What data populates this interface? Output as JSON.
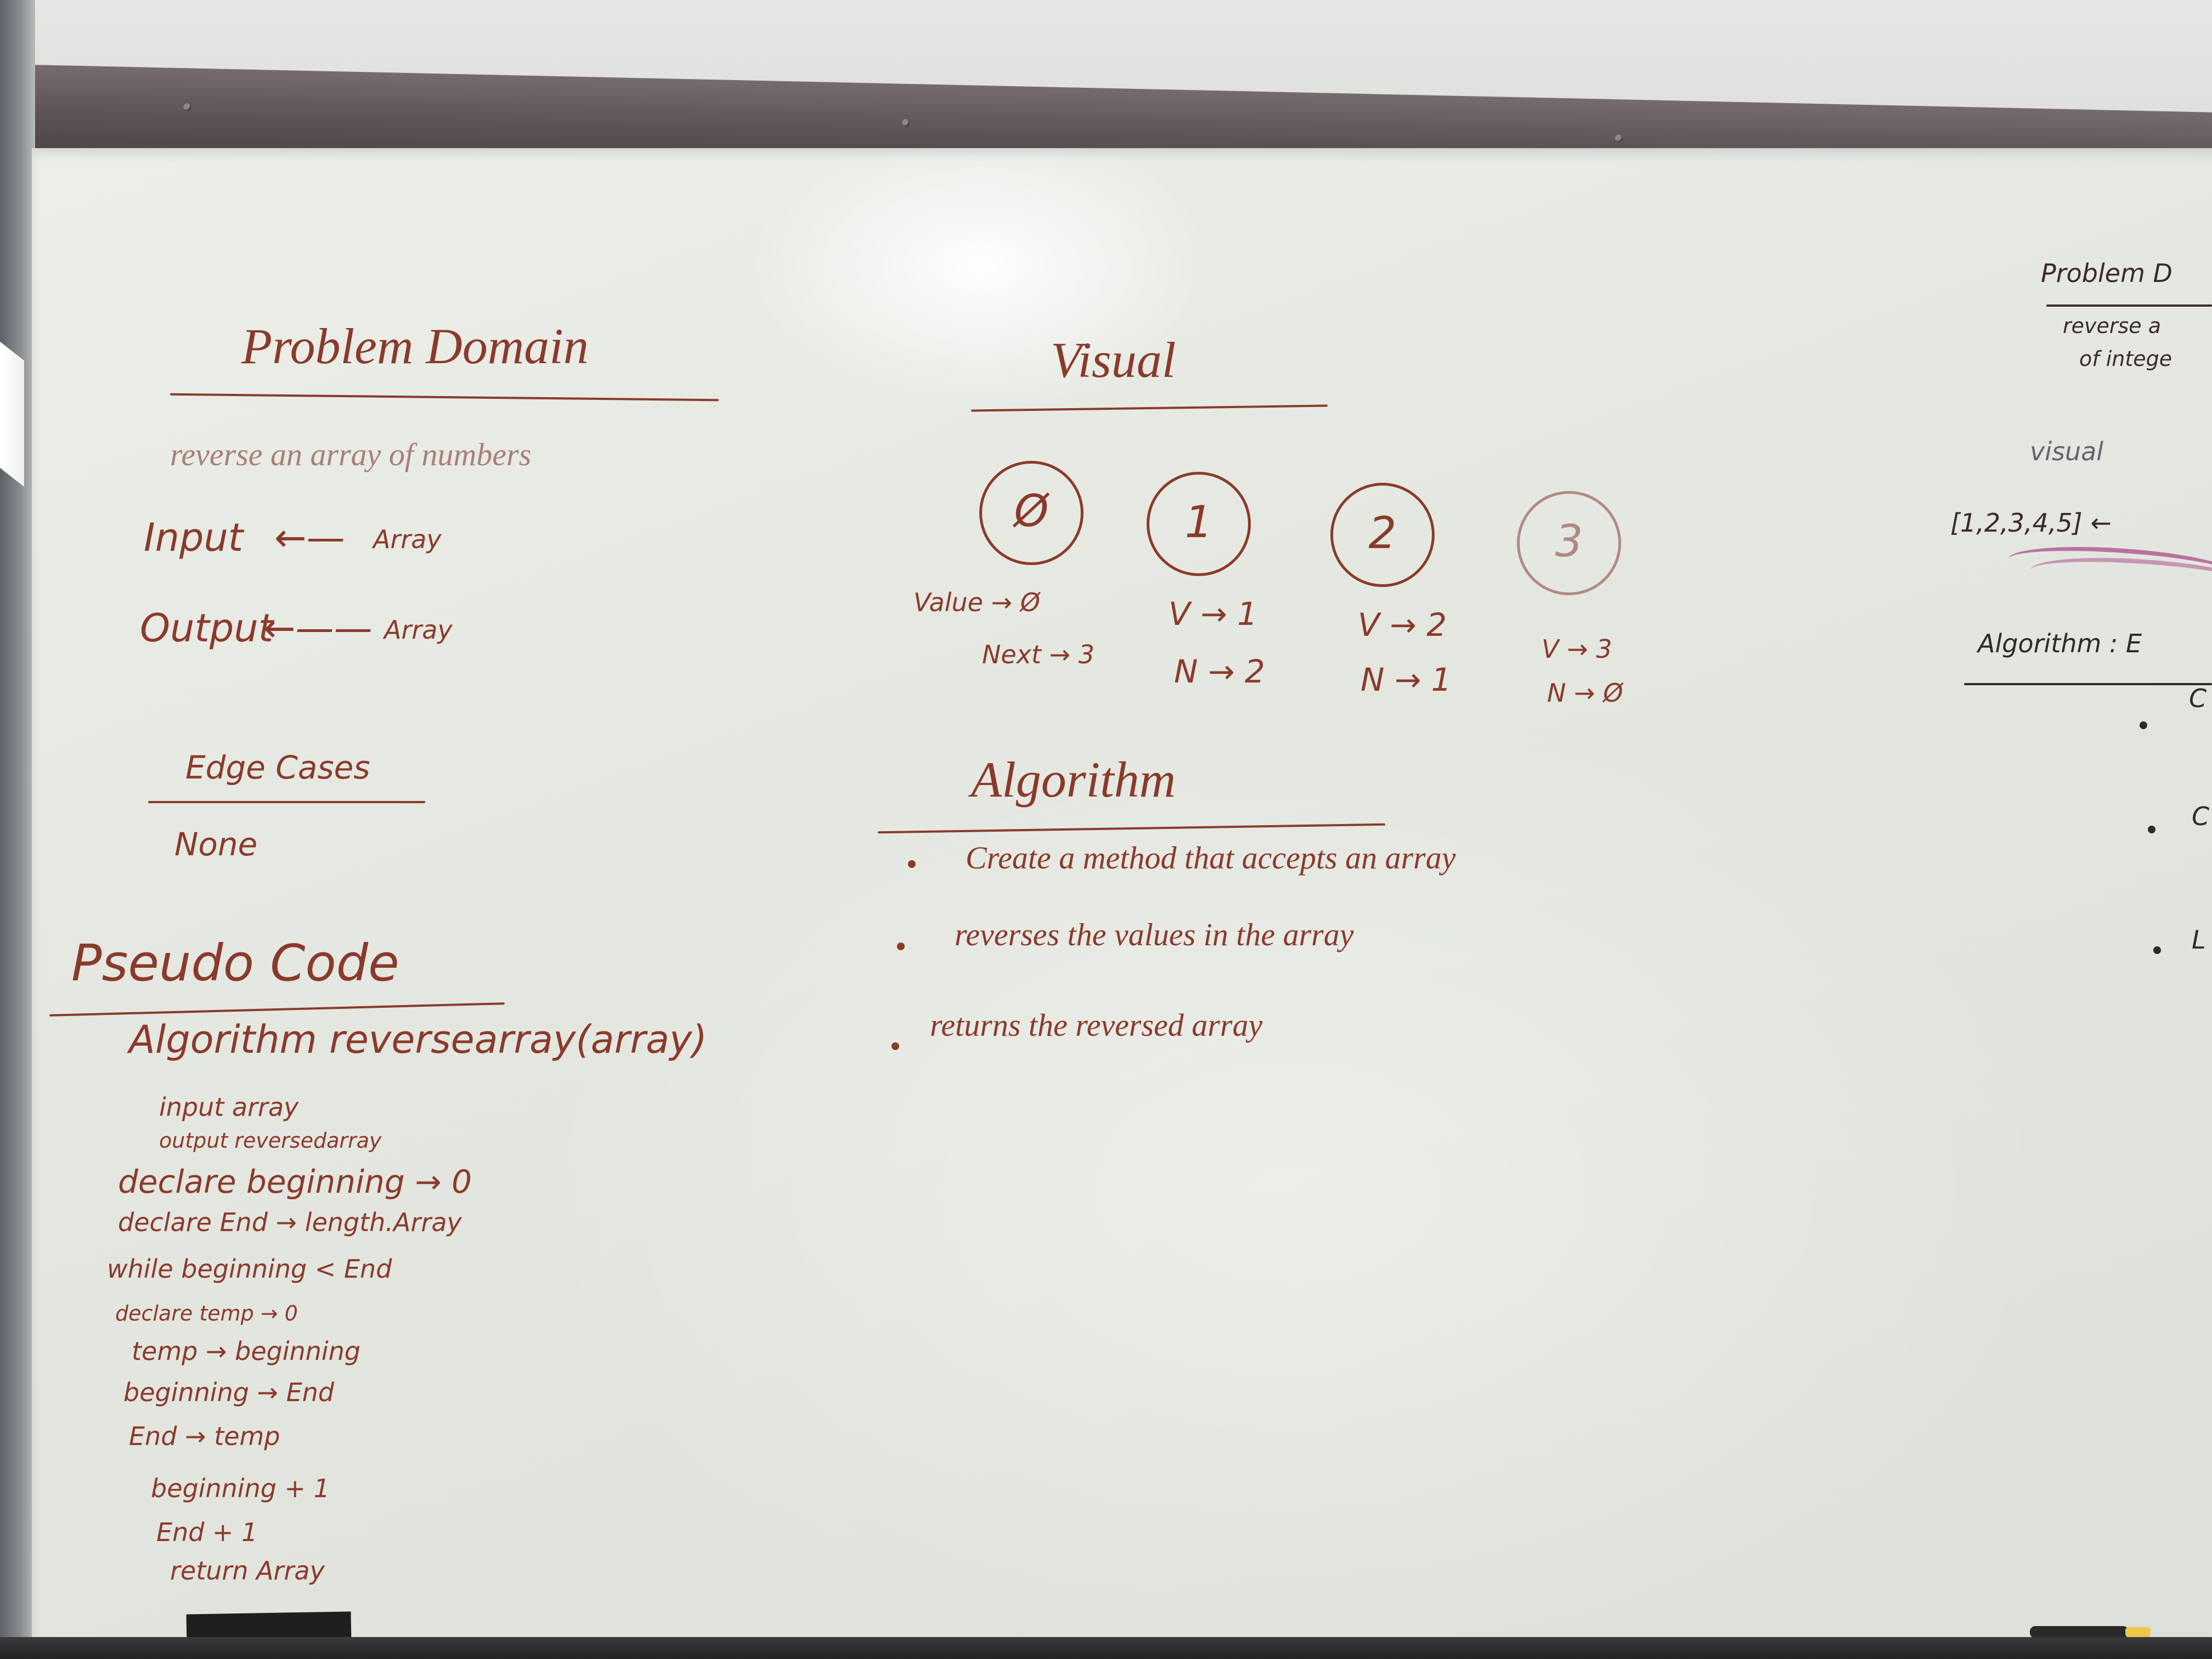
{
  "problem_domain": {
    "heading": "Problem Domain",
    "description": "reverse an array of numbers",
    "input_label": "Input",
    "input_value": "Array",
    "output_label": "Output",
    "output_value": "Array",
    "edge_cases_heading": "Edge Cases",
    "edge_cases_value": "None"
  },
  "visual": {
    "heading": "Visual",
    "nodes": [
      {
        "label": "Ø",
        "value": "Value → Ø",
        "next": "Next → 3"
      },
      {
        "label": "1",
        "value": "V → 1",
        "next": "N → 2"
      },
      {
        "label": "2",
        "value": "V → 2",
        "next": "N → 1"
      },
      {
        "label": "3",
        "value": "V → 3",
        "next": "N → Ø"
      }
    ]
  },
  "algorithm": {
    "heading": "Algorithm",
    "steps": [
      "Create a method that accepts an array",
      "reverses the values in the array",
      "returns the reversed array"
    ]
  },
  "pseudo_code": {
    "heading": "Pseudo Code",
    "lines": [
      "Algorithm reversearray(array)",
      "input array",
      "output reversedarray",
      "declare beginning → 0",
      "declare End → length.Array",
      "while beginning < End",
      "declare temp → 0",
      "temp → beginning",
      "beginning → End",
      "End → temp",
      "beginning + 1",
      "End + 1",
      "return Array"
    ]
  },
  "right_board": {
    "heading": "Problem D",
    "desc_1": "reverse a",
    "desc_2": "of intege",
    "visual_heading": "visual",
    "visual_array": "[1,2,3,4,5] ←",
    "algorithm_heading": "Algorithm : E",
    "bullet_1": "C",
    "bullet_2": "C",
    "bullet_3": "L"
  }
}
